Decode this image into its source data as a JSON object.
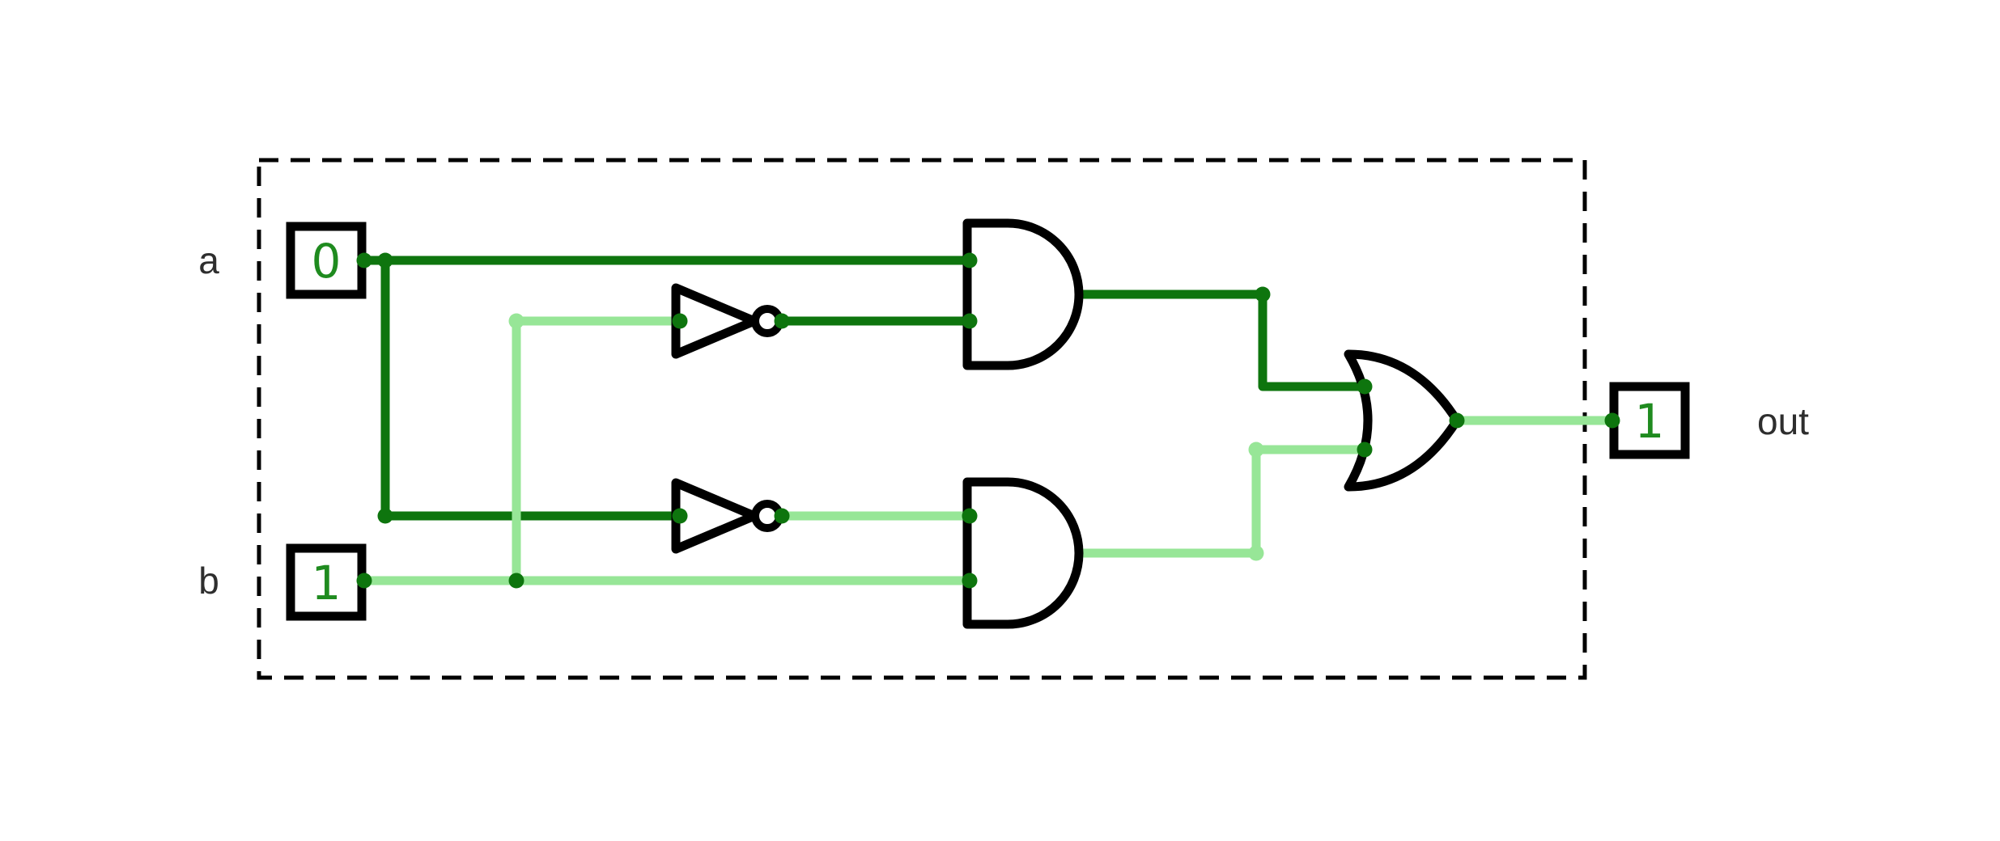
{
  "diagram": {
    "type": "logic-circuit",
    "description": "XOR circuit built from two NOT gates, two AND gates and one OR gate inside a dashed boundary",
    "inputs": [
      {
        "id": "a",
        "label": "a",
        "value": "0",
        "state": "low"
      },
      {
        "id": "b",
        "label": "b",
        "value": "1",
        "state": "high"
      }
    ],
    "output": {
      "id": "out",
      "label": "out",
      "value": "1",
      "state": "high"
    },
    "gates": [
      {
        "id": "not-top",
        "type": "NOT"
      },
      {
        "id": "not-bottom",
        "type": "NOT"
      },
      {
        "id": "and-top",
        "type": "AND"
      },
      {
        "id": "and-bottom",
        "type": "AND"
      },
      {
        "id": "or-output",
        "type": "OR"
      }
    ]
  },
  "nets": {
    "a": {
      "state": "0",
      "color": "#0e750e"
    },
    "b": {
      "state": "1",
      "color": "#97e697"
    },
    "not_a": {
      "state": "1",
      "color": "#97e697"
    },
    "not_b": {
      "state": "0",
      "color": "#0e750e"
    },
    "a_and_not_b": {
      "state": "0",
      "color": "#0e750e"
    },
    "not_a_and_b": {
      "state": "1",
      "color": "#97e697"
    },
    "out": {
      "state": "1",
      "color": "#97e697"
    }
  },
  "colors": {
    "low": "#0e750e",
    "high": "#97e697",
    "junction_dot": "#0e750e",
    "digit": "#1f8b1f",
    "gate_stroke": "#000000",
    "input_box_border": "#000000",
    "output_box_border": "#1212e0",
    "label_text": "#2e2e2e",
    "background": "#ffffff"
  }
}
